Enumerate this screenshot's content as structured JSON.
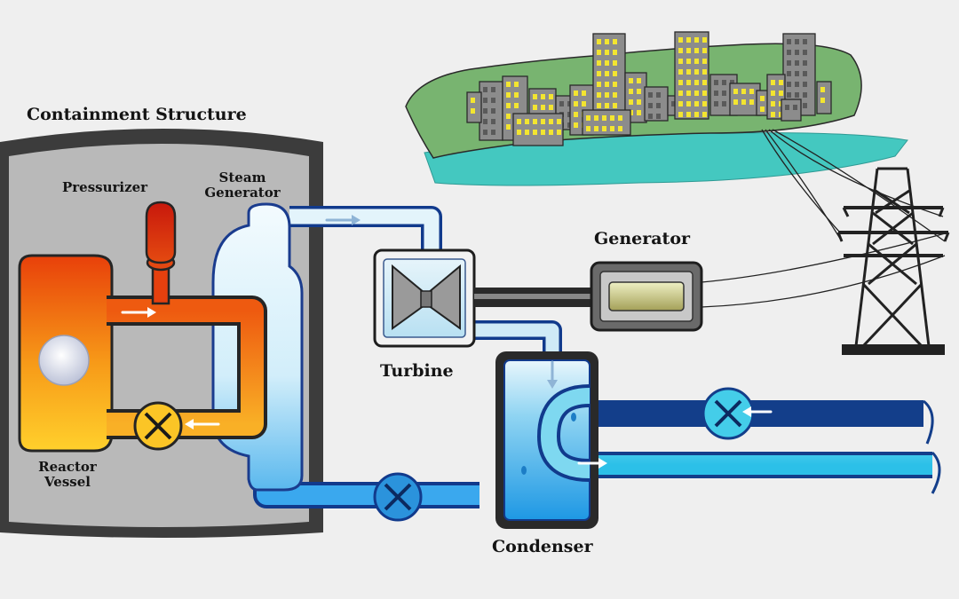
{
  "labels": {
    "containment": "Containment Structure",
    "pressurizer": "Pressurizer",
    "steam_generator_1": "Steam",
    "steam_generator_2": "Generator",
    "generator": "Generator",
    "turbine": "Turbine",
    "reactor_vessel_1": "Reactor",
    "reactor_vessel_2": "Vessel",
    "condenser": "Condenser"
  },
  "colors": {
    "background": "#efefef",
    "containment_wall": "#3c3c3c",
    "containment_inner": "#b9b9b9",
    "reactor_hot": "#e8400a",
    "reactor_warm": "#ffc62a",
    "pressurizer": "#c8180c",
    "steam_light": "#dff3fb",
    "water_blue": "#2aa8ea",
    "cooling_cyan": "#46d2ee",
    "hill_green": "#78b470",
    "water_teal": "#44c8c0",
    "tower": "#222222"
  },
  "icons": {
    "pump": "pump-x-icon",
    "flow": "flow-arrow-icon",
    "tower": "transmission-tower-icon",
    "city": "city-buildings-icon"
  }
}
